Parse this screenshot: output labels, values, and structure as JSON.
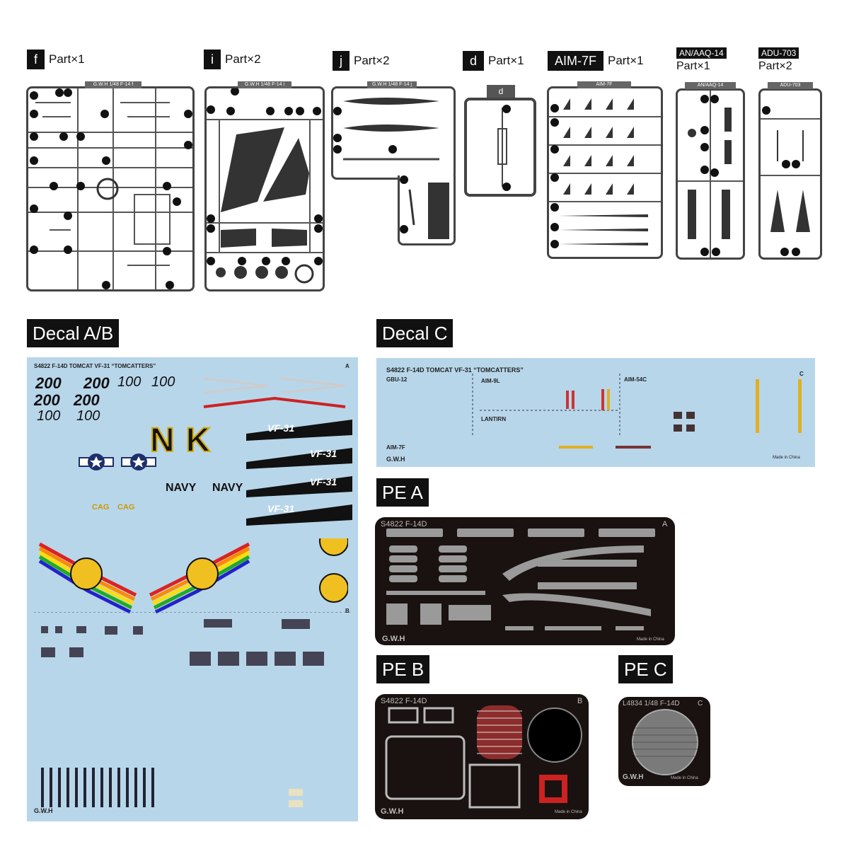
{
  "parts": {
    "f": {
      "letter": "f",
      "qty": "Part×1",
      "tab": "G.W.H  1/48 F-14  f"
    },
    "i": {
      "letter": "i",
      "qty": "Part×2",
      "tab": "G.W.H  1/48 F-14  i"
    },
    "j": {
      "letter": "j",
      "qty": "Part×2",
      "tab": "G.W.H  1/48 F-14  j"
    },
    "d": {
      "letter": "d",
      "qty": "Part×1",
      "tab": "d"
    },
    "aim7f": {
      "letter": "AIM-7F",
      "qty": "Part×1",
      "tab": "AIM-7F"
    },
    "anaaq14": {
      "letter": "AN/AAQ-14",
      "qty": "Part×1",
      "tab": "AN/AAQ-14"
    },
    "adu703": {
      "letter": "ADU-703",
      "qty": "Part×2",
      "tab": "ADU-703"
    }
  },
  "sections": {
    "decal_ab": "Decal A/B",
    "decal_c": "Decal C",
    "pe_a": "PE A",
    "pe_b": "PE B",
    "pe_c": "PE C"
  },
  "decal_ab": {
    "header": "S4822   F-14D TOMCAT VF-31 “TOMCATTERS”",
    "corner_a": "A",
    "corner_b": "B",
    "nums_200": "200",
    "nums_100": "100",
    "vf31": "VF-31",
    "navy": "NAVY",
    "cag": "CAG",
    "nk": "NK",
    "brand": "G.W.H"
  },
  "decal_c": {
    "header": "S4822   F-14D TOMCAT VF-31 “TOMCATTERS”",
    "corner": "C",
    "gbu": "GBU-12",
    "aim9l": "AIM-9L",
    "aim54c": "AIM-54C",
    "lantirn": "LANTIRN",
    "aim7f": "AIM-7F",
    "brand": "G.W.H",
    "made": "Made in China"
  },
  "pe_a": {
    "title": "S4822  F-14D",
    "corner": "A",
    "brand": "G.W.H",
    "made": "Made in China"
  },
  "pe_b": {
    "title": "S4822  F-14D",
    "corner": "B",
    "brand": "G.W.H",
    "made": "Made in China"
  },
  "pe_c": {
    "title": "L4834  1/48 F-14D",
    "corner": "C",
    "brand": "G.W.H",
    "made": "Made in China"
  }
}
